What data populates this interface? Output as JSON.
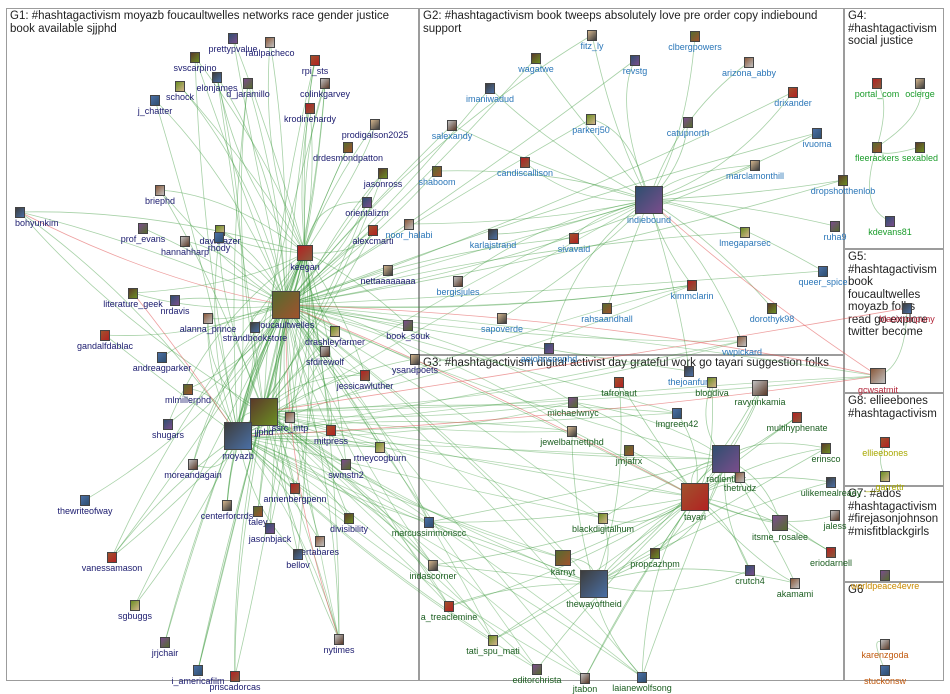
{
  "groups": [
    {
      "id": "g1",
      "title": "G1: #hashtagactivism moyazb foucaultwelles networks race gender justice book available sjjphd",
      "label_color": "#1a1a6e"
    },
    {
      "id": "g2",
      "title": "G2: #hashtagactivism book tweeps absolutely love pre order copy indiebound support",
      "label_color": "#2a76b8"
    },
    {
      "id": "g3",
      "title": "G3: #hashtagactivism digital activist day grateful work go tayari suggestion folks",
      "label_color": "#1b5e20"
    },
    {
      "id": "g4",
      "title": "G4: #hashtagactivism social justice",
      "label_color": "#1a9c2a"
    },
    {
      "id": "g5",
      "title": "G5: #hashtagactivism book foucaultwelles moyazb folks read go explore twitter become",
      "label_color": "#b3263a"
    },
    {
      "id": "g8",
      "title": "G8: ellieebones #hashtagactivism",
      "label_color": "#a8a800"
    },
    {
      "id": "g7",
      "title": "G7: #ados #hashtagactivism #firejasonjohnson #misfitblackgirls",
      "label_color": "#c98a00"
    },
    {
      "id": "g6",
      "title": "G6",
      "label_color": "#c1580c"
    }
  ],
  "nodes": {
    "g1": [
      "svscarpino",
      "prettypvalue",
      "raulpacheco",
      "elonjames",
      "rpi_sts",
      "schock",
      "d_jaramillo",
      "colinkgarvey",
      "j_chatter",
      "krodinehardy",
      "prodigalson2025",
      "drdesmondpatton",
      "jasonross",
      "orientalizm",
      "briephd",
      "bohyunkim",
      "alexcmarti",
      "davidlazer",
      "prof_evans",
      "hannahharp",
      "rhody",
      "keegan",
      "nettaaaaaaaa",
      "foucaultwelles",
      "literature_geek",
      "nrdavis",
      "alanna_prince",
      "strandbookstore",
      "gandalfdablac",
      "drashleyfarmer",
      "book_souk",
      "sfdirewolf",
      "andreagparker",
      "jessicawluther",
      "ysandpoets",
      "mlmillerphd",
      "jjphd",
      "shugars",
      "ssrc_mtp",
      "moyazb",
      "mitpress",
      "rtneycogburn",
      "swmstn2",
      "moreandagain",
      "thewriteofway",
      "annenbergpenn",
      "centerforcrds",
      "taley",
      "divisibility",
      "jasonbjack",
      "ertabares",
      "bellov",
      "vanessamason",
      "sgbuggs",
      "jrjchair",
      "nytimes",
      "i_americafilm",
      "priscadorcas"
    ],
    "g2": [
      "fitz_ly",
      "clbergpowers",
      "wagatwe",
      "revstg",
      "arizona_abby",
      "imaniwadud",
      "drixander",
      "parkerj50",
      "catupnorth",
      "salexandy",
      "ivuoma",
      "candiscallison",
      "marclamonthill",
      "shaboom",
      "dropshotthenlob",
      "indiebound",
      "noor_halabi",
      "karlajstrand",
      "sivavaid",
      "lmegaparsec",
      "ruha9",
      "bergisjules",
      "queer_spice",
      "kimmclarin",
      "sapoverde",
      "rahsaandhall",
      "dorothyk98",
      "aejohnsonphd",
      "vwpickard",
      "thejoanfun"
    ],
    "g3": [
      "tafronaut",
      "blogdiva",
      "michaelwnyc",
      "ravynnkamia",
      "lmgreen42",
      "multihyphenate",
      "jewelbarnettphd",
      "jmjafrx",
      "erinsco",
      "radientlair",
      "thetrudz",
      "ulikemealready",
      "tayari",
      "blackdigitalhum",
      "itsme_rosalee",
      "jaless",
      "marcussimmonscc",
      "eriodarnell",
      "indascorner",
      "karnyt",
      "propcazhpm",
      "crutch4",
      "akamami",
      "thewayoftheid",
      "a_treaclemine",
      "tati_spu_mati",
      "editorchrista",
      "jtabon",
      "laianewolfsong"
    ],
    "g4": [
      "portal_com",
      "oclerge",
      "fleerackers",
      "sexabled",
      "kdevans81"
    ],
    "g5": [
      "gcwsatmit",
      "blasimonpuny"
    ],
    "g8": [
      "ellieebones",
      "__garrettr"
    ],
    "g7": [
      "worldpeace4evre"
    ],
    "g6": [
      "karenzgoda",
      "stuckonsw"
    ]
  },
  "colors": {
    "border": "#9c9c9c",
    "edge_green": "#3c9a3c",
    "edge_red": "#e05050",
    "g1_label": "#1a1a6e",
    "g2_label": "#2a76b8",
    "g3_label": "#1b5e20",
    "g4_label": "#1a9c2a",
    "g5_label": "#b3263a",
    "g8_label": "#a8a800",
    "g7_label": "#c98a00",
    "g6_label": "#c1580c"
  }
}
